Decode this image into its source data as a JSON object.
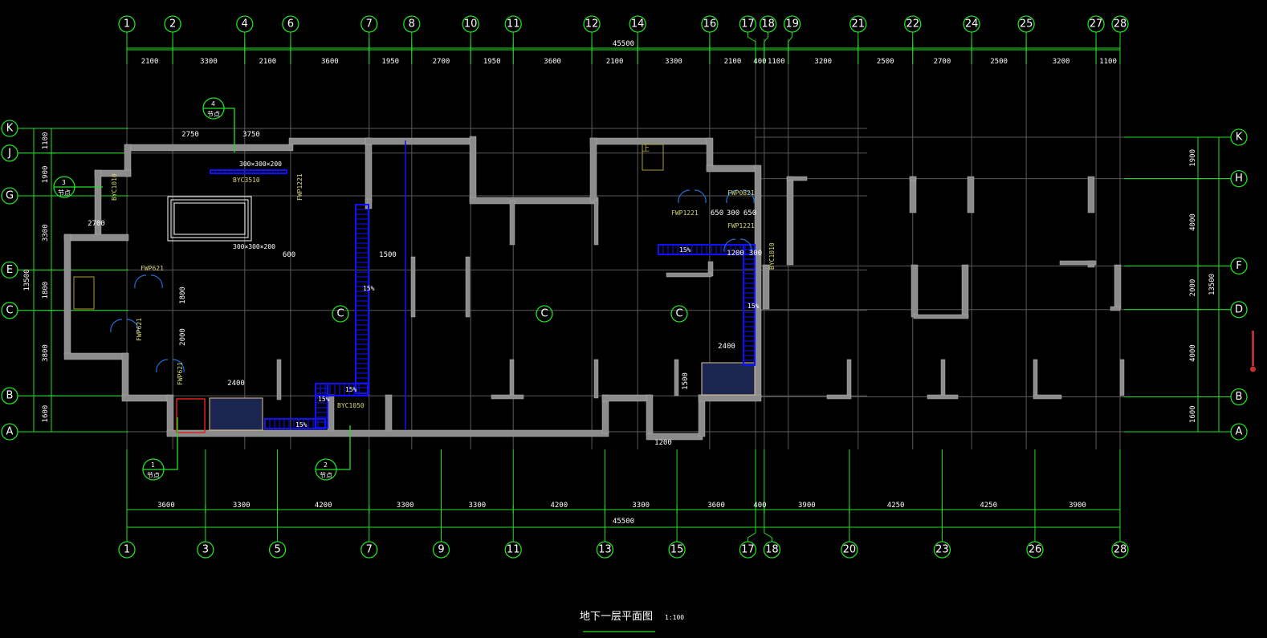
{
  "drawing": {
    "title": "地下一层平面图",
    "scale": "1:100",
    "colors": {
      "axis": "#22e022",
      "wall": "#8c8c8c",
      "grid": "#6a6a6a",
      "ramp": "#1010ff",
      "door": "#1e6fd0",
      "code": "#d8d878"
    }
  },
  "top_axis": {
    "labels": [
      "1",
      "2",
      "4",
      "6",
      "7",
      "8",
      "10",
      "11",
      "12",
      "14",
      "16",
      "17",
      "18",
      "19",
      "21",
      "22",
      "24",
      "25",
      "27",
      "28"
    ],
    "dims": [
      2100,
      3300,
      2100,
      3600,
      1950,
      2700,
      1950,
      3600,
      2100,
      3300,
      2100,
      400,
      1100,
      3200,
      2500,
      2700,
      2500,
      3200,
      1100
    ],
    "total": "45500"
  },
  "bottom_axis": {
    "labels": [
      "1",
      "3",
      "5",
      "7",
      "9",
      "11",
      "13",
      "15",
      "17",
      "18",
      "20",
      "23",
      "26",
      "28"
    ],
    "dims": [
      3600,
      3300,
      4200,
      3300,
      3300,
      4200,
      3300,
      3600,
      400,
      3900,
      4250,
      4250,
      3900
    ],
    "total": "45500"
  },
  "left_axis": {
    "labels": [
      "K",
      "J",
      "G",
      "E",
      "C",
      "B",
      "A"
    ],
    "dims": [
      1100,
      1900,
      3300,
      1800,
      3800,
      1600
    ],
    "total": "13500"
  },
  "right_axis": {
    "labels": [
      "K",
      "H",
      "F",
      "D",
      "B",
      "A"
    ],
    "dims": [
      1900,
      4000,
      2000,
      4000,
      1600
    ],
    "total": "13500"
  },
  "annotations": {
    "dims": [
      "2750",
      "3750",
      "2700",
      "2400",
      "2400",
      "1200",
      "650",
      "300",
      "650",
      "1500",
      "600",
      "1200",
      "300",
      "2000",
      "1800",
      "1500"
    ],
    "codes": [
      "BYC3510",
      "BYC1010",
      "FWP621",
      "FWP1221",
      "FWP621",
      "FWP621",
      "BYC1050",
      "FWP1221",
      "FWP0821",
      "FWP1221",
      "BYC1010"
    ],
    "sizes": [
      "300×300×200",
      "300×300×200"
    ],
    "slopes": [
      "15%",
      "15%",
      "15%",
      "15%",
      "15%",
      "15%"
    ],
    "details": [
      {
        "num": "1",
        "text": "节点"
      },
      {
        "num": "2",
        "text": "节点"
      },
      {
        "num": "3",
        "text": "节点"
      },
      {
        "num": "4",
        "text": "节点"
      }
    ],
    "up_mark": "上",
    "local_axis": "C"
  }
}
